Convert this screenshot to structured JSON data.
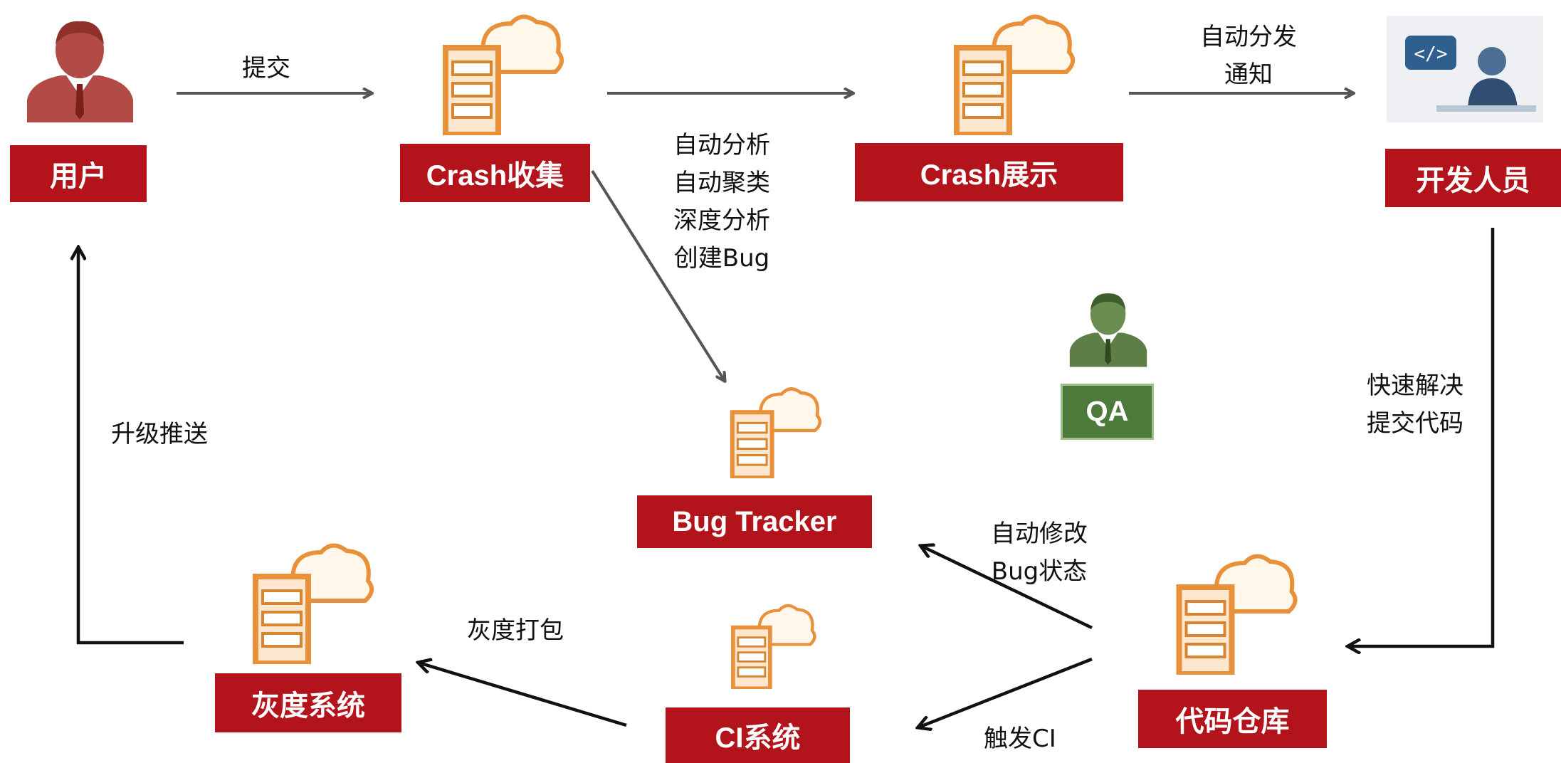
{
  "nodes": {
    "user": "用户",
    "crash_collect": "Crash收集",
    "crash_display": "Crash展示",
    "developer": "开发人员",
    "qa": "QA",
    "bug_tracker": "Bug Tracker",
    "gray_system": "灰度系统",
    "ci_system": "CI系统",
    "code_repo": "代码仓库"
  },
  "edges": {
    "submit": "提交",
    "auto_dispatch": [
      "自动分发",
      "通知"
    ],
    "analysis": [
      "自动分析",
      "自动聚类",
      "深度分析",
      "创建Bug"
    ],
    "fix_commit": [
      "快速解决",
      "提交代码"
    ],
    "upgrade_push": "升级推送",
    "auto_modify": [
      "自动修改",
      "Bug状态"
    ],
    "gray_pack": "灰度打包",
    "trigger_ci": "触发CI"
  },
  "icons": {
    "person": "person-icon",
    "server": "server-cloud-icon",
    "developer": "developer-code-icon",
    "qa": "qa-person-icon"
  },
  "colors": {
    "box_red": "#b3141c",
    "box_green": "#4d7a3a",
    "arrow_gray": "#555555",
    "arrow_black": "#111111",
    "server_orange": "#e8913a",
    "person_red": "#b24b45"
  }
}
